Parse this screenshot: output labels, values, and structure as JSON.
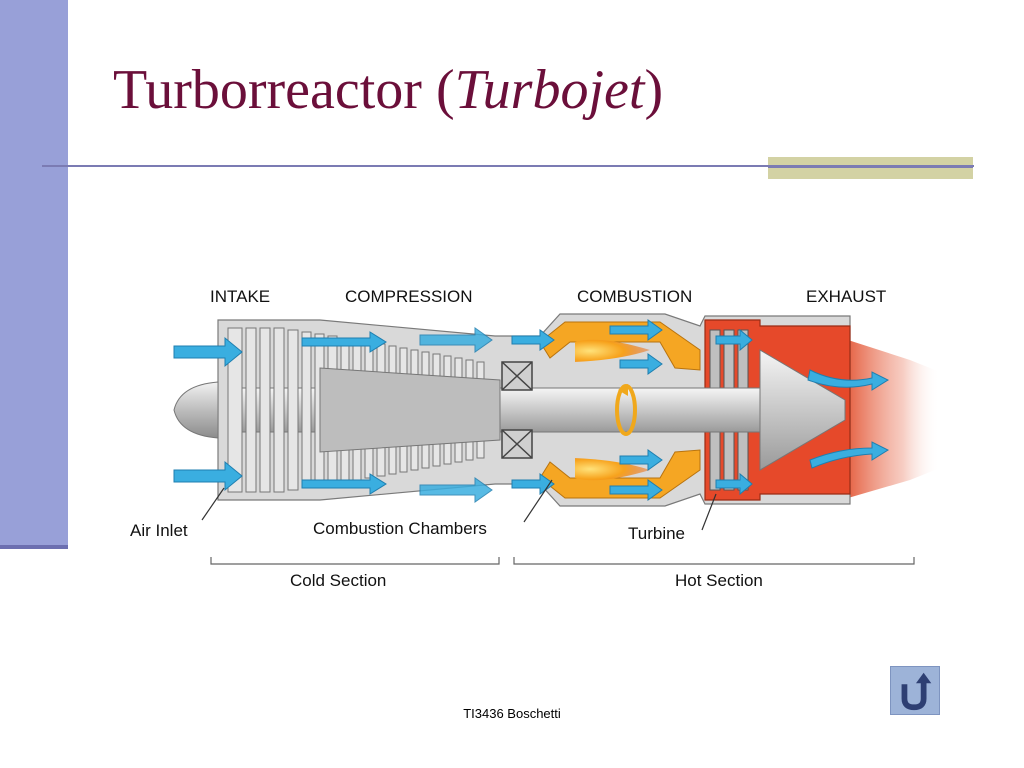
{
  "slide": {
    "title_main": "Turborreactor (",
    "title_italic": "Turbojet",
    "title_end": ")",
    "footer": "TI3436 Boschetti"
  },
  "diagram": {
    "section_headers": [
      "INTAKE",
      "COMPRESSION",
      "COMBUSTION",
      "EXHAUST"
    ],
    "labels": {
      "air_inlet": "Air Inlet",
      "combustion_chambers": "Combustion Chambers",
      "turbine": "Turbine",
      "cold_section": "Cold Section",
      "hot_section": "Hot Section"
    },
    "colors": {
      "air_arrow": "#3aaee0",
      "engine_metal": "#c9c9c9",
      "combustion_orange": "#f5a623",
      "exhaust_red": "#e6492a"
    }
  },
  "navigation": {
    "return_icon": "return-arrow-icon"
  }
}
